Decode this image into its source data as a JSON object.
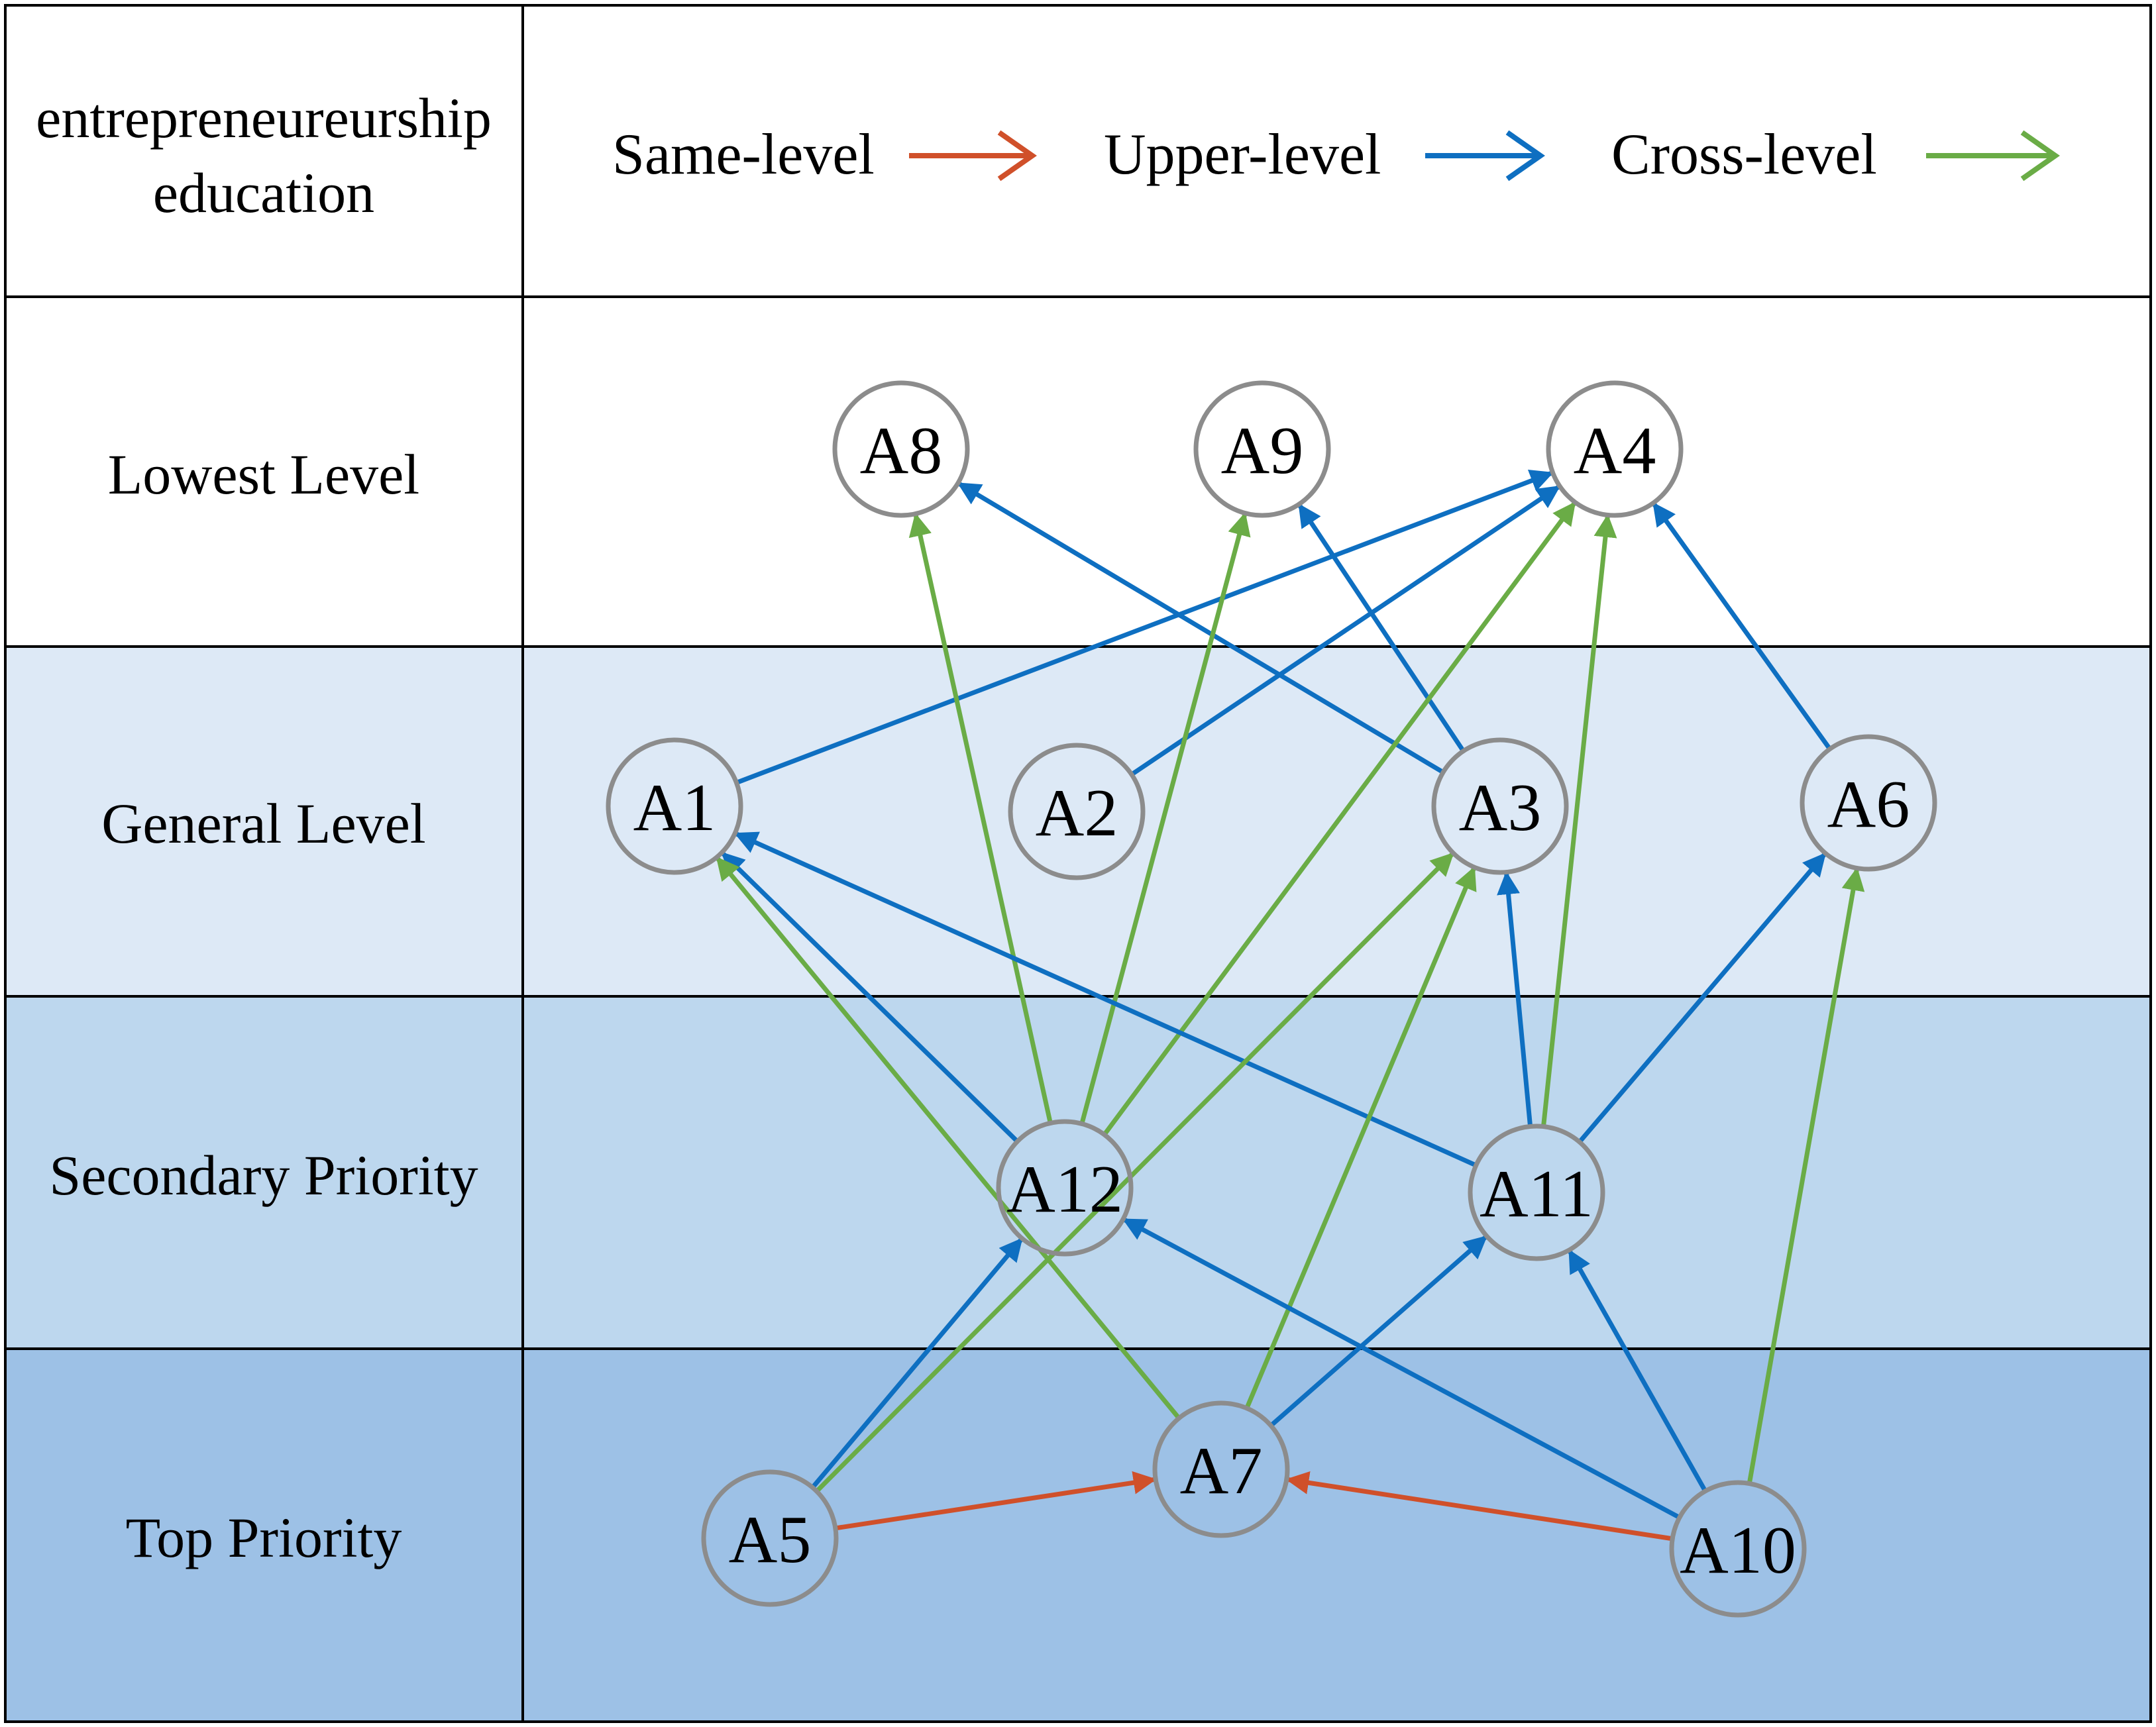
{
  "header": {
    "line1": "entrepreneureurship",
    "line2": "education"
  },
  "legend": {
    "same": {
      "label": "Same-level",
      "color": "#d0502a"
    },
    "upper": {
      "label": "Upper-level",
      "color": "#0e6fc1"
    },
    "cross": {
      "label": "Cross-level",
      "color": "#6aac46"
    }
  },
  "levels": [
    {
      "id": "lowest",
      "label": "Lowest Level",
      "fill": "#ffffff"
    },
    {
      "id": "general",
      "label": "General Level",
      "fill": "#dde9f6"
    },
    {
      "id": "secondary",
      "label": "Secondary Priority",
      "fill": "#bdd7ee"
    },
    {
      "id": "top",
      "label": "Top Priority",
      "fill": "#9dc1e6"
    }
  ],
  "nodes": [
    {
      "id": "A8",
      "label": "A8",
      "level": "lowest"
    },
    {
      "id": "A9",
      "label": "A9",
      "level": "lowest"
    },
    {
      "id": "A4",
      "label": "A4",
      "level": "lowest"
    },
    {
      "id": "A1",
      "label": "A1",
      "level": "general"
    },
    {
      "id": "A2",
      "label": "A2",
      "level": "general"
    },
    {
      "id": "A3",
      "label": "A3",
      "level": "general"
    },
    {
      "id": "A6",
      "label": "A6",
      "level": "general"
    },
    {
      "id": "A12",
      "label": "A12",
      "level": "secondary"
    },
    {
      "id": "A11",
      "label": "A11",
      "level": "secondary"
    },
    {
      "id": "A5",
      "label": "A5",
      "level": "top"
    },
    {
      "id": "A7",
      "label": "A7",
      "level": "top"
    },
    {
      "id": "A10",
      "label": "A10",
      "level": "top"
    }
  ],
  "edges": [
    {
      "from": "A1",
      "to": "A4",
      "type": "upper"
    },
    {
      "from": "A2",
      "to": "A4",
      "type": "upper"
    },
    {
      "from": "A3",
      "to": "A8",
      "type": "upper"
    },
    {
      "from": "A3",
      "to": "A9",
      "type": "upper"
    },
    {
      "from": "A6",
      "to": "A4",
      "type": "upper"
    },
    {
      "from": "A12",
      "to": "A8",
      "type": "cross"
    },
    {
      "from": "A12",
      "to": "A9",
      "type": "cross"
    },
    {
      "from": "A12",
      "to": "A4",
      "type": "cross"
    },
    {
      "from": "A12",
      "to": "A1",
      "type": "upper"
    },
    {
      "from": "A11",
      "to": "A4",
      "type": "cross"
    },
    {
      "from": "A11",
      "to": "A1",
      "type": "upper"
    },
    {
      "from": "A11",
      "to": "A3",
      "type": "upper"
    },
    {
      "from": "A11",
      "to": "A6",
      "type": "upper"
    },
    {
      "from": "A5",
      "to": "A12",
      "type": "upper"
    },
    {
      "from": "A5",
      "to": "A3",
      "type": "cross"
    },
    {
      "from": "A5",
      "to": "A7",
      "type": "same"
    },
    {
      "from": "A7",
      "to": "A1",
      "type": "cross"
    },
    {
      "from": "A7",
      "to": "A3",
      "type": "cross"
    },
    {
      "from": "A7",
      "to": "A11",
      "type": "upper"
    },
    {
      "from": "A10",
      "to": "A7",
      "type": "same"
    },
    {
      "from": "A10",
      "to": "A12",
      "type": "upper"
    },
    {
      "from": "A10",
      "to": "A11",
      "type": "upper"
    },
    {
      "from": "A10",
      "to": "A6",
      "type": "cross"
    }
  ]
}
